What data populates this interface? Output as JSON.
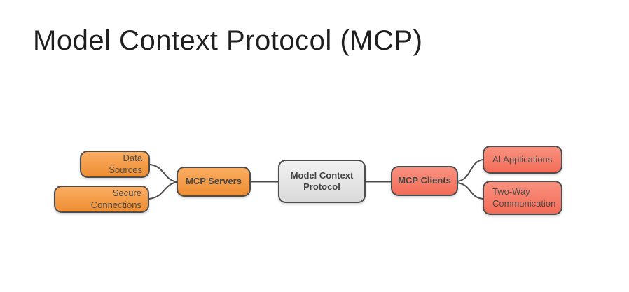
{
  "page": {
    "title": "Model Context Protocol (MCP)"
  },
  "diagram": {
    "nodes": {
      "data_sources": {
        "label": "Data Sources"
      },
      "secure_connections": {
        "label": "Secure Connections"
      },
      "mcp_servers": {
        "label": "MCP Servers"
      },
      "model_context_protocol": {
        "label": "Model Context Protocol"
      },
      "mcp_clients": {
        "label": "MCP Clients"
      },
      "ai_applications": {
        "label": "AI Applications"
      },
      "two_way_communication": {
        "label": "Two-Way Communication"
      }
    },
    "edges": [
      {
        "from": "Data Sources",
        "to": "MCP Servers"
      },
      {
        "from": "Secure Connections",
        "to": "MCP Servers"
      },
      {
        "from": "MCP Servers",
        "to": "Model Context Protocol"
      },
      {
        "from": "Model Context Protocol",
        "to": "MCP Clients"
      },
      {
        "from": "MCP Clients",
        "to": "AI Applications"
      },
      {
        "from": "MCP Clients",
        "to": "Two-Way Communication"
      }
    ],
    "colors": {
      "orange_top": "#FAAD62",
      "orange_bottom": "#EE8E33",
      "red_top": "#F8917F",
      "red_bottom": "#F36C57",
      "gray_top": "#F1F1F1",
      "gray_bottom": "#DADADA",
      "node_border": "#4D4D4D",
      "edge_line": "#4D4D4D",
      "node_text": "#4B4B4B",
      "title_text": "#1F1F1F"
    }
  }
}
